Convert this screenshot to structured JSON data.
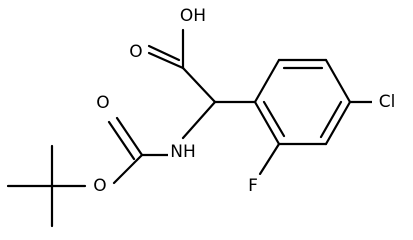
{
  "molecule": {
    "atoms": {
      "hydroxyl": "OH",
      "carbonyl_oxygen_acid": "O",
      "amide_nitrogen": "NH",
      "carbonyl_oxygen_boc": "O",
      "ester_oxygen": "O",
      "fluorine": "F",
      "chlorine": "Cl"
    }
  }
}
